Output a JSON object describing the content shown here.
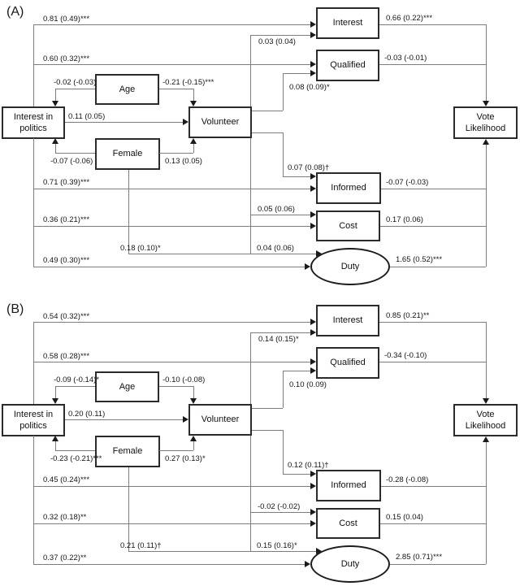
{
  "figure_type": "structural-equation-path-diagram",
  "colors": {
    "line": "#7d7d7d",
    "box_border": "#2b2b2b",
    "text": "#141414",
    "background": "#ffffff"
  },
  "panels": [
    {
      "id": "A",
      "tag": "(A)",
      "nodes": {
        "interest_politics": "Interest in politics",
        "age": "Age",
        "female": "Female",
        "volunteer": "Volunteer",
        "interest": "Interest",
        "qualified": "Qualified",
        "informed": "Informed",
        "cost": "Cost",
        "duty": "Duty",
        "vote": "Vote Likelihood"
      },
      "coefficients": {
        "ip_interest": "0.81 (0.49)***",
        "ip_qualified": "0.60 (0.32)***",
        "age_ip": "-0.02 (-0.03)",
        "age_vol": "-0.21 (-0.15)***",
        "ip_vol": "0.11 (0.05)",
        "female_ip": "-0.07 (-0.06)",
        "female_vol": "0.13 (0.05)",
        "ip_informed": "0.71 (0.39)***",
        "ip_cost": "0.36 (0.21)***",
        "ip_duty": "0.49 (0.30)***",
        "female_duty": "0.18 (0.10)*",
        "vol_interest": "0.03 (0.04)",
        "vol_qualified": "0.08 (0.09)*",
        "vol_informed": "0.07 (0.08)†",
        "vol_cost": "0.05 (0.06)",
        "vol_duty": "0.04 (0.06)",
        "interest_vote": "0.66 (0.22)***",
        "qualified_vote": "-0.03 (-0.01)",
        "informed_vote": "-0.07 (-0.03)",
        "cost_vote": "0.17 (0.06)",
        "duty_vote": "1.65 (0.52)***"
      }
    },
    {
      "id": "B",
      "tag": "(B)",
      "nodes": {
        "interest_politics": "Interest in politics",
        "age": "Age",
        "female": "Female",
        "volunteer": "Volunteer",
        "interest": "Interest",
        "qualified": "Qualified",
        "informed": "Informed",
        "cost": "Cost",
        "duty": "Duty",
        "vote": "Vote Likelihood"
      },
      "coefficients": {
        "ip_interest": "0.54 (0.32)***",
        "ip_qualified": "0.58 (0.28)***",
        "age_ip": "-0.09 (-0.14)*",
        "age_vol": "-0.10 (-0.08)",
        "ip_vol": "0.20 (0.11)",
        "female_ip": "-0.23 (-0.21)***",
        "female_vol": "0.27 (0.13)*",
        "ip_informed": "0.45 (0.24)***",
        "ip_cost": "0.32 (0.18)**",
        "ip_duty": "0.37 (0.22)**",
        "female_duty": "0.21 (0.11)†",
        "vol_interest": "0.14 (0.15)*",
        "vol_qualified": "0.10 (0.09)",
        "vol_informed": "0.12 (0.11)†",
        "vol_cost": "-0.02 (-0.02)",
        "vol_duty": "0.15 (0.16)*",
        "interest_vote": "0.85 (0.21)**",
        "qualified_vote": "-0.34 (-0.10)",
        "informed_vote": "-0.28 (-0.08)",
        "cost_vote": "0.15 (0.04)",
        "duty_vote": "2.85 (0.71)***"
      }
    }
  ]
}
